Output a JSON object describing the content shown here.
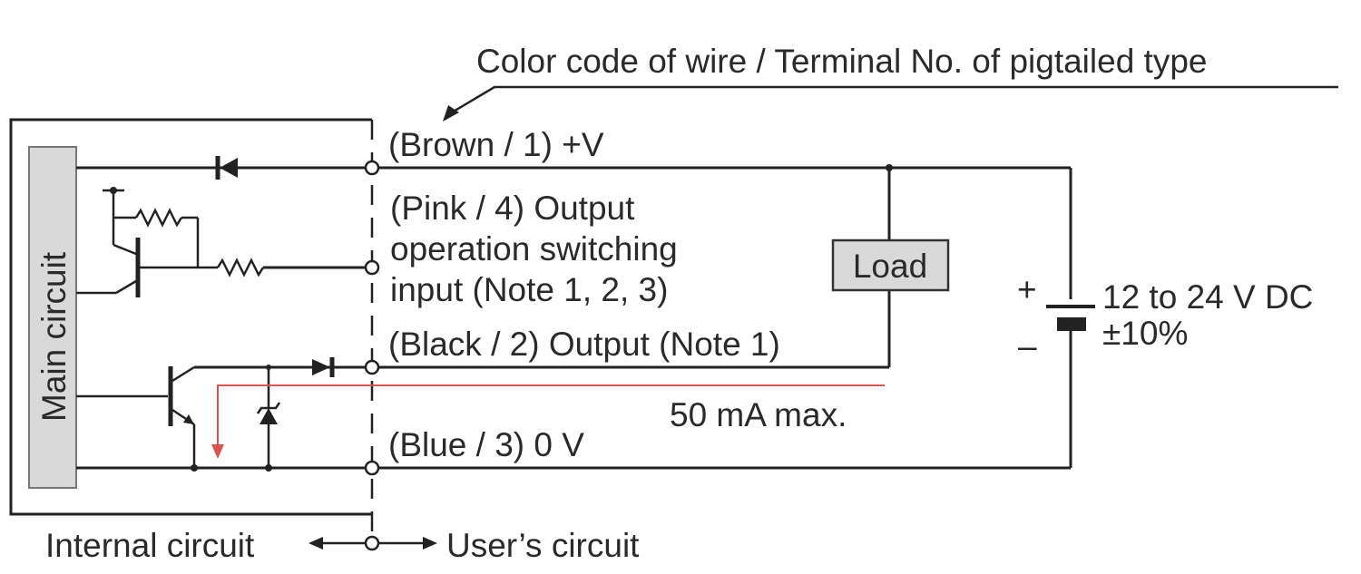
{
  "header_label": "Color code of wire / Terminal No. of pigtailed type",
  "main_circuit_label": "Main circuit",
  "terminals": {
    "brown": "(Brown / 1) +V",
    "pink_line1": "(Pink / 4) Output",
    "pink_line2": "operation switching",
    "pink_line3": "input (Note 1, 2, 3)",
    "black": "(Black / 2) Output (Note 1)",
    "blue": "(Blue / 3) 0 V"
  },
  "load_label": "Load",
  "current_label": "50 mA max.",
  "supply": {
    "plus": "+",
    "minus": "–",
    "voltage": "12 to 24 V DC",
    "tolerance": "±10%"
  },
  "footer": {
    "internal": "Internal circuit",
    "user": "User’s circuit"
  },
  "colors": {
    "wire": "#222222",
    "current_arrow": "#d9534f",
    "block_fill": "#d9d9d9"
  }
}
